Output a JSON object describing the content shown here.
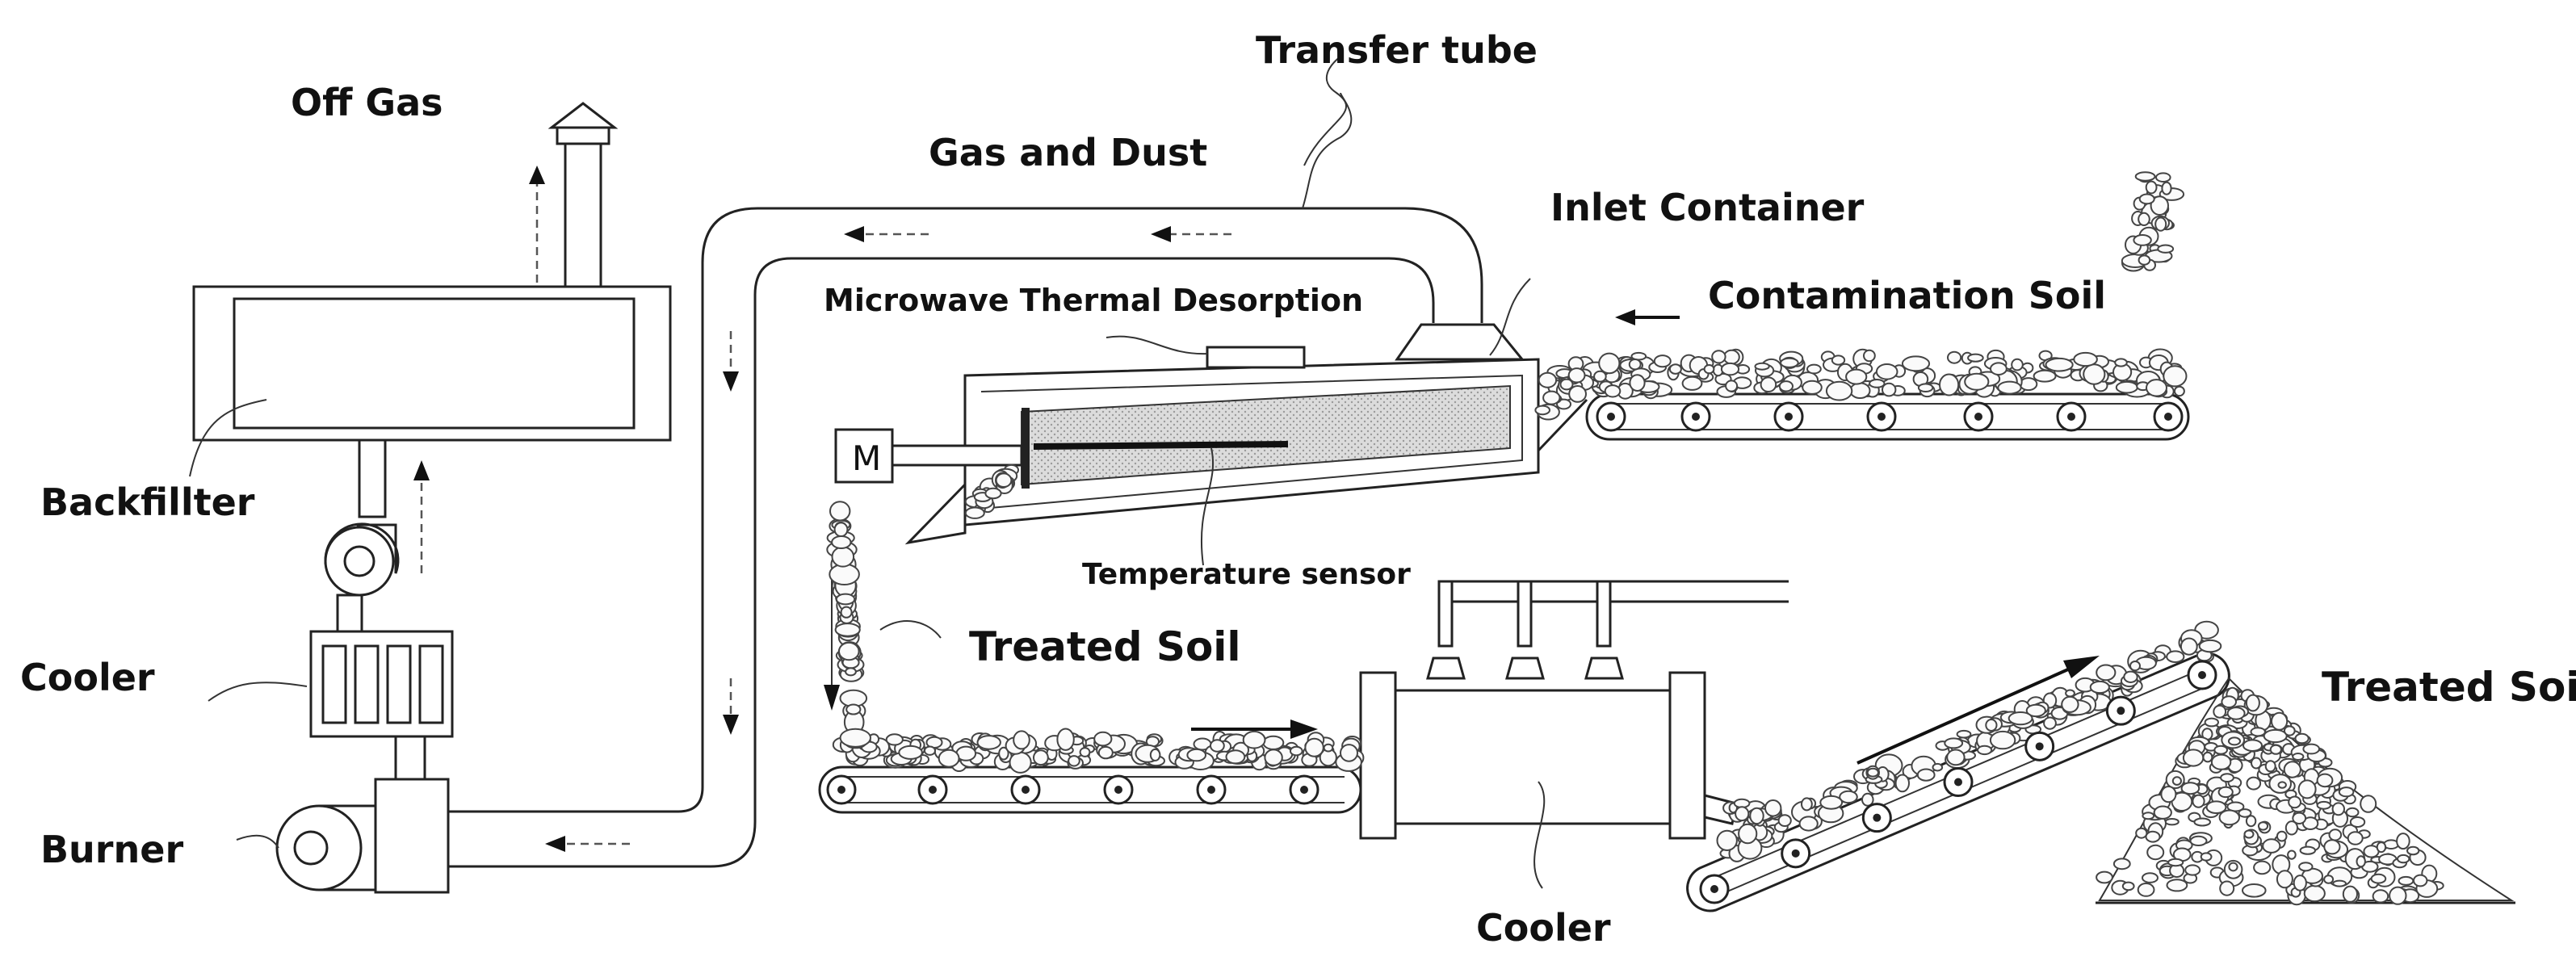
{
  "labels": {
    "off_gas": "Off Gas",
    "transfer_tube": "Transfer tube",
    "gas_and_dust": "Gas and Dust",
    "inlet_container": "Inlet Container",
    "contamination_soil": "Contamination Soil",
    "microwave_thermal_desorption": "Microwave Thermal Desorption",
    "backfillter": "Backfillter",
    "cooler_left": "Cooler",
    "burner": "Burner",
    "motor": "M",
    "temperature_sensor": "Temperature sensor",
    "treated_soil_mid": "Treated Soil",
    "treated_soil_right": "Treated Soil",
    "cooler_bottom": "Cooler"
  },
  "colors": {
    "line": "#222222",
    "fill": "#ffffff",
    "dashed_flow": "#555555",
    "kiln_fill": "#d9d9d9"
  }
}
